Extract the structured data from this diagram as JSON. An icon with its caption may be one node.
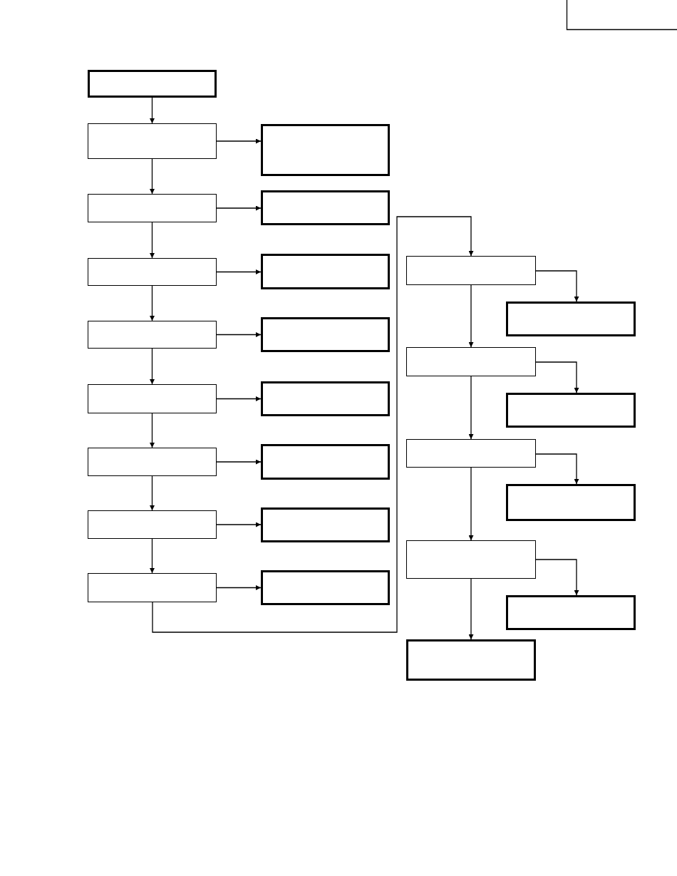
{
  "diagram": {
    "nodes": [
      {
        "text": [],
        "shape": "box"
      },
      {
        "text": [],
        "shape": "box"
      },
      {
        "text": [],
        "shape": "box"
      },
      {
        "text": [],
        "shape": "box"
      },
      {
        "text": [],
        "shape": "box"
      },
      {
        "text": [],
        "shape": "box"
      },
      {
        "text": [],
        "shape": "box"
      },
      {
        "text": [],
        "shape": "box"
      },
      {
        "text": [],
        "shape": "box"
      },
      {
        "text": [],
        "shape": "box"
      },
      {
        "text": [],
        "shape": "box"
      },
      {
        "text": [],
        "shape": "box"
      },
      {
        "text": [],
        "shape": "box"
      },
      {
        "text": [],
        "shape": "box"
      },
      {
        "text": [],
        "shape": "box"
      },
      {
        "text": [],
        "shape": "box"
      },
      {
        "text": [],
        "shape": "box"
      },
      {
        "text": [],
        "shape": "box"
      },
      {
        "text": [],
        "shape": "box"
      },
      {
        "text": [],
        "shape": "box"
      },
      {
        "text": [],
        "shape": "box"
      },
      {
        "text": [],
        "shape": "box"
      },
      {
        "text": [],
        "shape": "box"
      },
      {
        "text": [],
        "shape": "box"
      },
      {
        "text": [],
        "shape": "box"
      },
      {
        "text": [],
        "shape": "box"
      }
    ],
    "edges": [
      {
        "from": 0,
        "to": 1,
        "arrow": "to"
      },
      {
        "from": 1,
        "to": 2,
        "arrow": "to"
      },
      {
        "from": 1,
        "to": 3,
        "arrow": "to"
      },
      {
        "from": 3,
        "to": 4,
        "arrow": "to"
      },
      {
        "from": 3,
        "to": 5,
        "arrow": "to"
      },
      {
        "from": 5,
        "to": 6,
        "arrow": "to"
      },
      {
        "from": 5,
        "to": 7,
        "arrow": "to"
      },
      {
        "from": 7,
        "to": 8,
        "arrow": "to"
      },
      {
        "from": 7,
        "to": 9,
        "arrow": "to"
      },
      {
        "from": 9,
        "to": 10,
        "arrow": "to"
      },
      {
        "from": 9,
        "to": 11,
        "arrow": "to"
      },
      {
        "from": 11,
        "to": 12,
        "arrow": "to"
      },
      {
        "from": 11,
        "to": 13,
        "arrow": "to"
      },
      {
        "from": 13,
        "to": 14,
        "arrow": "to"
      },
      {
        "from": 13,
        "to": 15,
        "arrow": "to"
      },
      {
        "from": 15,
        "to": 16,
        "arrow": "to"
      },
      {
        "from": 15,
        "to": 17,
        "arrow": "to"
      },
      {
        "from": 17,
        "to": 18,
        "arrow": "to"
      },
      {
        "from": 17,
        "to": 19,
        "arrow": "to"
      },
      {
        "from": 19,
        "to": 20,
        "arrow": "to"
      },
      {
        "from": 19,
        "to": 21,
        "arrow": "to"
      },
      {
        "from": 21,
        "to": 22,
        "arrow": "to"
      },
      {
        "from": 21,
        "to": 23,
        "arrow": "to"
      },
      {
        "from": 23,
        "to": 24,
        "arrow": "to"
      },
      {
        "from": 23,
        "to": 25,
        "arrow": "to"
      }
    ]
  }
}
